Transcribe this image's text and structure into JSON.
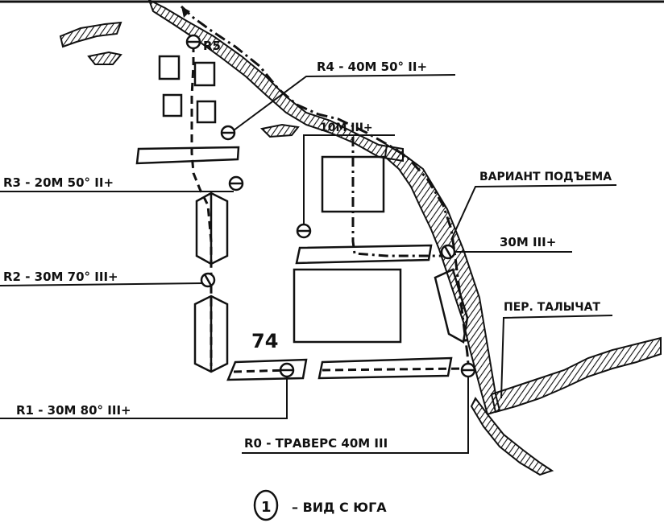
{
  "labels": {
    "r5": "R5",
    "r4": "R4 - 40M 50° II+",
    "r3": "R3 - 20M 50° II+",
    "r2": "R2 - 30M 70° III+",
    "r1": "R1 - 30M 80° III+",
    "r0": "R0 - ТРАВЕРС 40M III",
    "ten": "10M III+",
    "thirty": "30M III+",
    "variant": "ВАРИАНТ ПОДЪЕМА",
    "pass": "ПЕР. ТАЛЫЧАТ",
    "point": "74"
  },
  "caption": {
    "number": "1",
    "text": "– ВИД С ЮГА"
  }
}
